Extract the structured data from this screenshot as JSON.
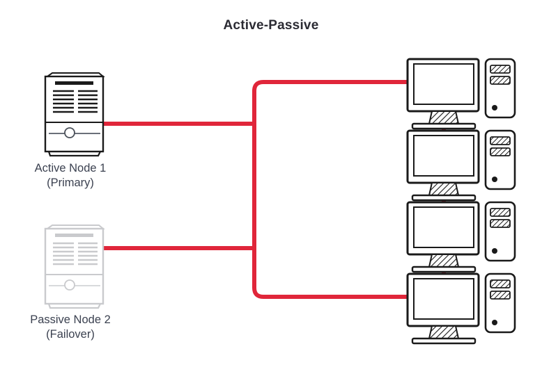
{
  "title": "Active-Passive",
  "colors": {
    "link": "#e0263a",
    "link_alt": "#e12c3e",
    "outline_dark": "#1a1a1a",
    "outline_faded": "#c9cacd",
    "text": "#3b4150",
    "title_text": "#2b2b33",
    "background": "#ffffff"
  },
  "nodes": [
    {
      "id": "active-node-1",
      "name": "Active Node 1",
      "role": "(Primary)",
      "state": "active",
      "icon": "server-tower-icon"
    },
    {
      "id": "passive-node-2",
      "name": "Passive Node 2",
      "role": "(Failover)",
      "state": "passive",
      "icon": "server-tower-icon"
    }
  ],
  "clients": [
    {
      "id": "client-1",
      "icon": "desktop-computer-icon"
    },
    {
      "id": "client-2",
      "icon": "desktop-computer-icon"
    },
    {
      "id": "client-3",
      "icon": "desktop-computer-icon"
    },
    {
      "id": "client-4",
      "icon": "desktop-computer-icon"
    }
  ],
  "connections": {
    "trunk": "vertical-bus",
    "active_branch": "active-node-to-bus",
    "passive_branch": "passive-node-to-bus",
    "client_links": "client-chain-links"
  }
}
